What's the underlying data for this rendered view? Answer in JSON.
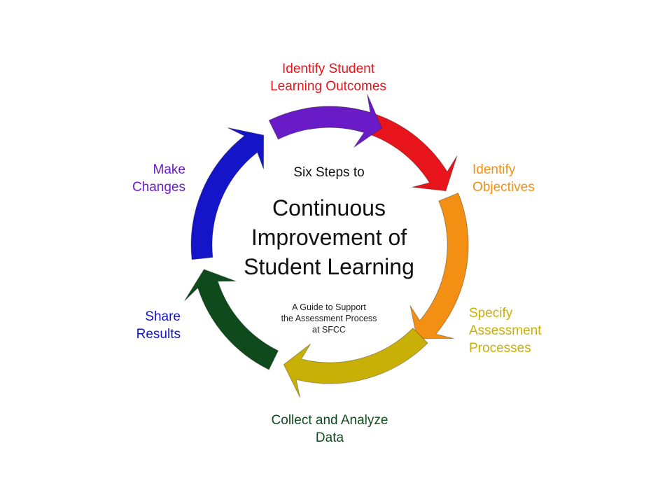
{
  "center": {
    "intro": "Six Steps to",
    "title_lines": [
      "Continuous",
      "Improvement of",
      "Student Learning"
    ],
    "subtitle_lines": [
      "A Guide to Support",
      "the Assessment Process",
      "at SFCC"
    ]
  },
  "steps": [
    {
      "lines": [
        "Identify Student",
        "Learning Outcomes"
      ],
      "color": "#e8141b"
    },
    {
      "lines": [
        "Identify",
        "Objectives"
      ],
      "color": "#f39014"
    },
    {
      "lines": [
        "Specify",
        "Assessment",
        "Processes"
      ],
      "color": "#c9b007"
    },
    {
      "lines": [
        "Collect and Analyze",
        "Data"
      ],
      "color": "#0e4a1b"
    },
    {
      "lines": [
        "Share",
        "Results"
      ],
      "color": "#1414c8"
    },
    {
      "lines": [
        "Make",
        "Changes"
      ],
      "color": "#6a1bc8"
    }
  ]
}
